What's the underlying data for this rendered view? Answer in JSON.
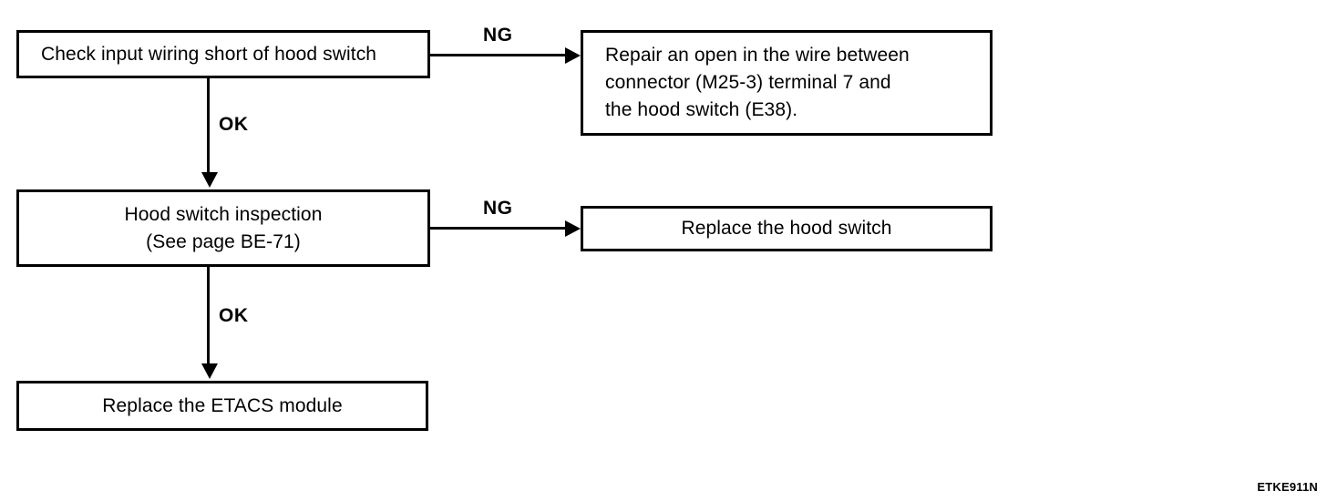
{
  "figure": {
    "code": "ETKE911N",
    "type": "troubleshooting-flowchart"
  },
  "nodes": [
    {
      "id": "check-input",
      "text": "Check input wiring short of hood switch"
    },
    {
      "id": "repair-open",
      "text": "Repair an open in the wire between\nconnector (M25-3) terminal 7 and\nthe hood switch (E38)."
    },
    {
      "id": "hood-inspection",
      "text": "Hood switch inspection\n(See page BE-71)"
    },
    {
      "id": "replace-switch",
      "text": "Replace the hood switch"
    },
    {
      "id": "replace-etacs",
      "text": "Replace the ETACS module"
    }
  ],
  "edges": [
    {
      "id": "ng-1",
      "label": "NG",
      "from": "check-input",
      "to": "repair-open",
      "direction": "right"
    },
    {
      "id": "ok-1",
      "label": "OK",
      "from": "check-input",
      "to": "hood-inspection",
      "direction": "down"
    },
    {
      "id": "ng-2",
      "label": "NG",
      "from": "hood-inspection",
      "to": "replace-switch",
      "direction": "right"
    },
    {
      "id": "ok-2",
      "label": "OK",
      "from": "hood-inspection",
      "to": "replace-etacs",
      "direction": "down"
    }
  ],
  "colors": {
    "background": "#ffffff",
    "ink": "#000000"
  }
}
